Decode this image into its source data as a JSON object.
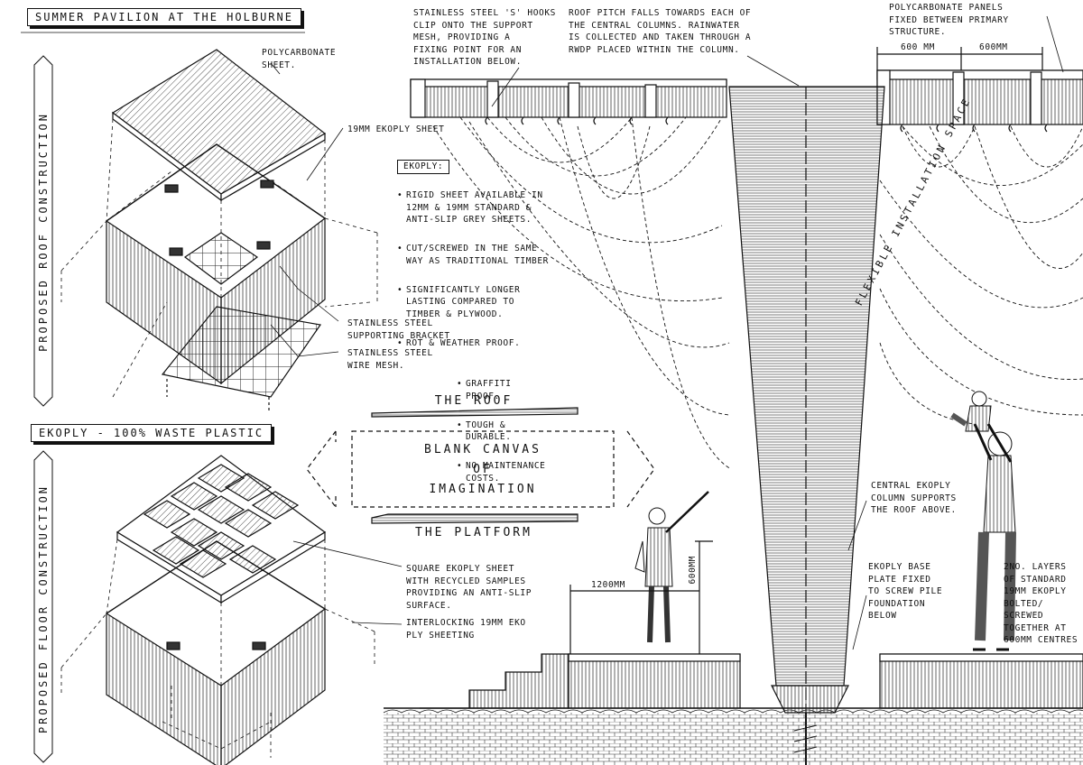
{
  "title": "Summer Pavilion at the Holburne",
  "labels": {
    "roof_construction": "Proposed Roof Construction",
    "floor_construction": "Proposed Floor Construction",
    "ekoply_waste": "Ekoply - 100% Waste Plastic",
    "polycarbonate": "Polycarbonate\nsheet.",
    "ekoply_19": "19mm Ekoply sheet",
    "ss_bracket": "Stainless steel\nsupporting bracket",
    "ss_mesh": "Stainless steel\nwire mesh.",
    "square_sheet": "Square Ekoply sheet\nwith recycled samples\nproviding an anti-slip\nsurface.",
    "interlocking": "Interlocking 19mm Eko\nply sheeting",
    "s_hooks": "Stainless steel 'S' hooks\nclip onto the support\nmesh, providing a\nfixing point for an\ninstallation below.",
    "roof_pitch": "Roof pitch falls towards each of\nthe central columns. Rainwater\nis collected and taken through a\nRWDP placed within the column.",
    "poly_panels": "Polycarbonate panels\nfixed between primary\nstructure.",
    "dim_600a": "600 mm",
    "dim_600b": "600mm",
    "flexible": "Flexible installation space",
    "central_column": "Central Ekoply\ncolumn supports\nthe roof above.",
    "base_plate": "Ekoply base\nplate fixed\nto screw pile\nfoundation\nbelow",
    "two_layers": "2No. layers\nof standard\n19mm Ekoply\nbolted/\nscrewed\ntogether at\n600mm centres",
    "dim_1200": "1200mm",
    "dim_600v": "600mm",
    "the_roof": "The Roof",
    "the_platform": "The Platform",
    "blank_canvas": "Blank canvas\nof\nimagination"
  },
  "ekoply": {
    "heading": "Ekoply:",
    "notes": [
      "Rigid sheet available in 12mm & 19mm standard & anti-slip grey sheets.",
      "Cut/screwed in the same way as traditional timber",
      "Significantly longer lasting compared to timber & plywood.",
      "Rot & weather proof."
    ],
    "notes2": [
      "Graffiti proof.",
      "Tough & durable.",
      "No maintenance costs."
    ]
  }
}
